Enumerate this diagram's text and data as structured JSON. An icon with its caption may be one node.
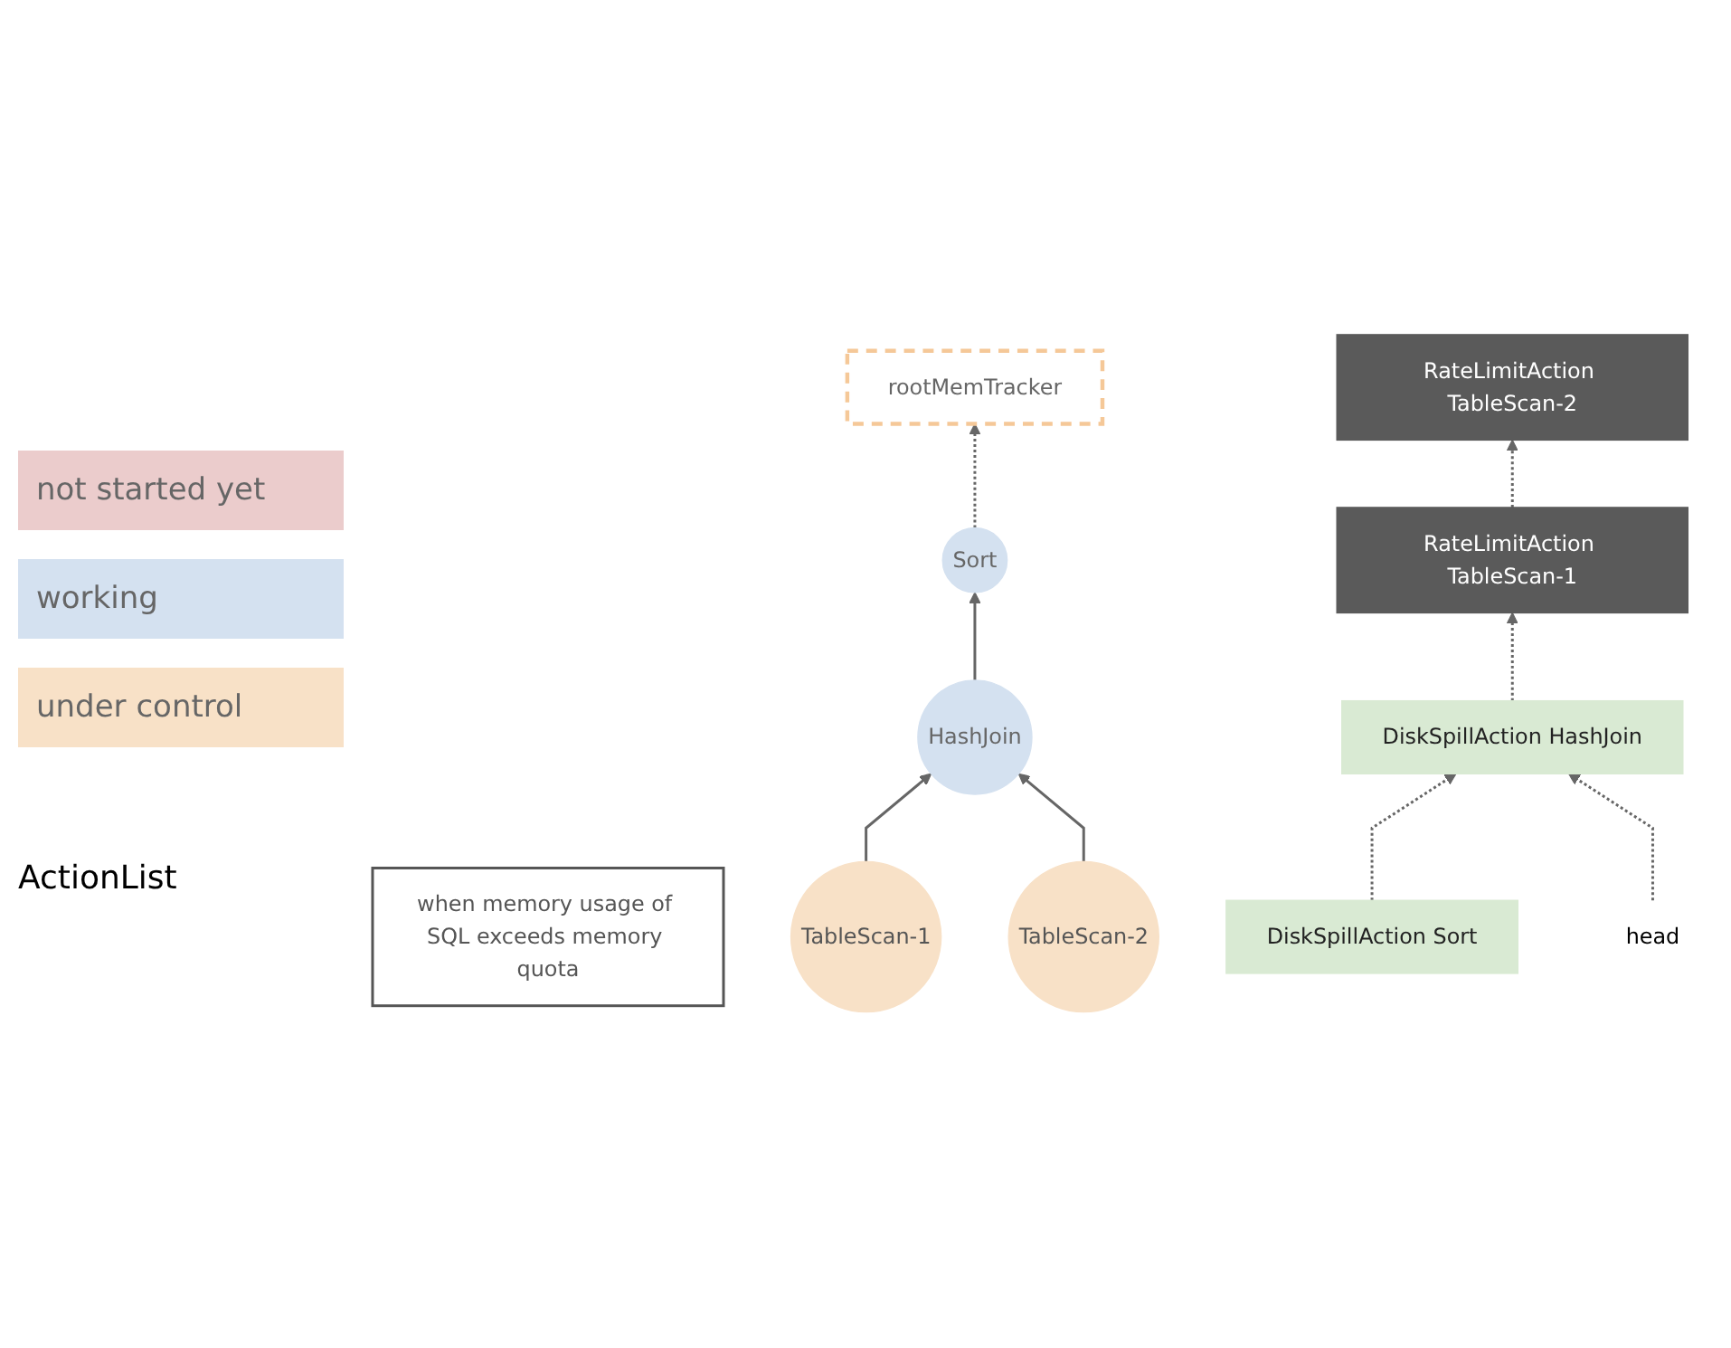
{
  "diagram": {
    "nodes": [
      {
        "text": [
          "when memory usage of SQL exceeds memory quota"
        ]
      },
      {
        "text": [
          "rootMemTracker"
        ]
      },
      {
        "text": [
          "Sort"
        ]
      },
      {
        "text": [
          "HashJoin"
        ]
      },
      {
        "text": [
          "TableScan-1"
        ]
      },
      {
        "text": [
          "TableScan-2"
        ]
      },
      {
        "text": [
          "DiskSpillAction Sort"
        ]
      },
      {
        "text": [
          "DiskSpillAction HashJoin"
        ]
      },
      {
        "text": [
          "RateLimitAction TableScan-1"
        ]
      },
      {
        "text": [
          "RateLimitAction TableScan-2"
        ]
      },
      {
        "text": [
          "head"
        ]
      }
    ],
    "edges": [
      {
        "from": 2,
        "to": 1,
        "arrow": "to",
        "style": "dashed"
      },
      {
        "from": 3,
        "to": 2,
        "arrow": "to"
      },
      {
        "from": 4,
        "to": 3,
        "arrow": "to"
      },
      {
        "from": 5,
        "to": 3,
        "arrow": "to"
      },
      {
        "from": 6,
        "to": 7,
        "arrow": "to",
        "style": "dashed"
      },
      {
        "from": 7,
        "to": 8,
        "arrow": "to",
        "style": "dashed"
      },
      {
        "from": 8,
        "to": 9,
        "arrow": "to",
        "style": "dashed"
      },
      {
        "from": 10,
        "to": 7,
        "arrow": "to",
        "style": "dashed"
      }
    ],
    "labels": [
      "ActionList"
    ],
    "legend": [
      {
        "text": "not started yet",
        "color": "#ebcccc"
      },
      {
        "text": "working",
        "color": "#d4e1f0"
      },
      {
        "text": "under control",
        "color": "#f8e1c7"
      }
    ]
  }
}
